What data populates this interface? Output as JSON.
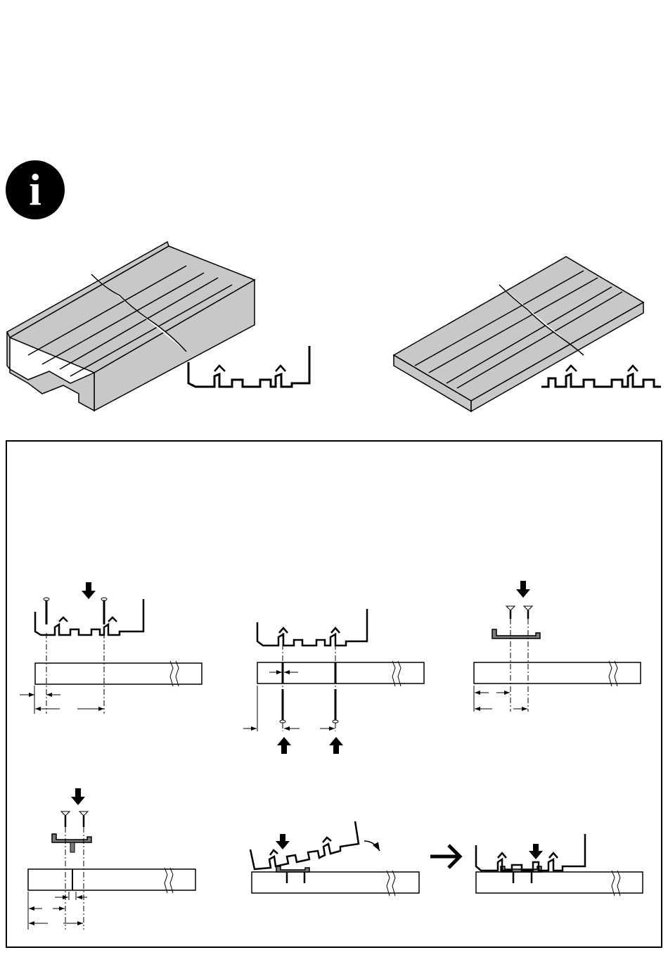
{
  "info_badge": {
    "glyph": "i"
  },
  "profiles": [
    {
      "name": "bottom-track-deep-profile"
    },
    {
      "name": "bottom-track-flat-profile"
    }
  ],
  "steps": [
    {
      "name": "step-screw-from-top"
    },
    {
      "name": "step-screw-from-below"
    },
    {
      "name": "step-clip-screwed"
    },
    {
      "name": "step-clip-centered-on-joint"
    },
    {
      "name": "step-track-tilted-onto-clip"
    },
    {
      "name": "step-track-clipped"
    }
  ],
  "colors": {
    "rail_fill": "#c8c8c8",
    "clip_fill": "#7a7a7a",
    "line": "#000000"
  },
  "icons": [
    "info-icon",
    "down-arrow-icon",
    "up-arrow-icon",
    "right-arrow-icon",
    "rotate-arrow-icon",
    "screw-icon"
  ]
}
